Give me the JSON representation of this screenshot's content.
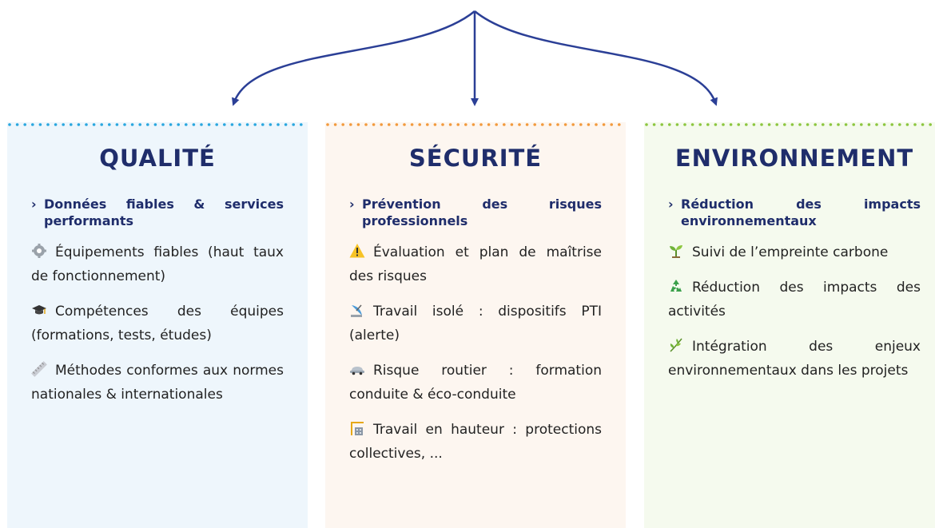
{
  "columns": [
    {
      "title": "QUALITÉ",
      "bg": "#eef6fc",
      "dot_color": "#2aa7df",
      "headline": "Données fiables & services performants",
      "items": [
        {
          "icon": "gear-icon",
          "text": "Équipements fiables (haut taux de fonctionnement)"
        },
        {
          "icon": "graduation-cap-icon",
          "text": "Compétences des équipes (formations, tests, études)"
        },
        {
          "icon": "ruler-icon",
          "text": "Méthodes conformes aux normes nationales & internationales"
        }
      ]
    },
    {
      "title": "SÉCURITÉ",
      "bg": "#fdf6f0",
      "dot_color": "#f29a3d",
      "headline": "Prévention des risques professionnels",
      "items": [
        {
          "icon": "warning-icon",
          "text": "Évaluation et plan de maîtrise des risques"
        },
        {
          "icon": "satellite-antenna-icon",
          "text": "Travail isolé : dispositifs PTI (alerte)"
        },
        {
          "icon": "car-icon",
          "text": "Risque routier : formation conduite & éco-conduite"
        },
        {
          "icon": "construction-crane-icon",
          "text": "Travail en hauteur : protections collectives, ..."
        }
      ]
    },
    {
      "title": "ENVIRONNEMENT",
      "bg": "#f5faee",
      "dot_color": "#8cc63f",
      "headline": "Réduction des impacts environnementaux",
      "items": [
        {
          "icon": "seedling-icon",
          "text": "Suivi de l’empreinte carbone"
        },
        {
          "icon": "recycle-icon",
          "text": "Réduction des impacts des activités"
        },
        {
          "icon": "herb-icon",
          "text": "Intégration des enjeux environnementaux dans les projets"
        }
      ]
    }
  ],
  "colors": {
    "title": "#1f2d6b",
    "arrow": "#2b3f96"
  }
}
